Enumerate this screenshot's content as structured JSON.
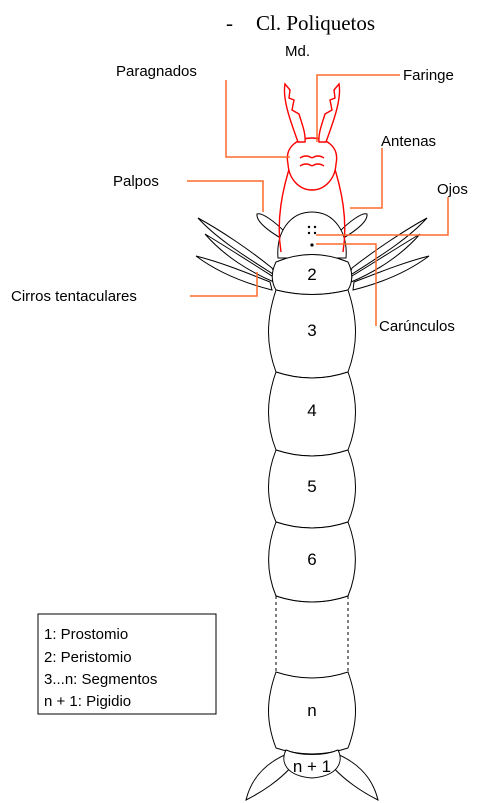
{
  "title": "Cl. Poliquetos",
  "title_bullet": "-",
  "labels": {
    "md": "Md.",
    "paragnados": "Paragnados",
    "faringe": "Faringe",
    "antenas": "Antenas",
    "palpos": "Palpos",
    "ojos": "Ojos",
    "cirros": "Cirros tentaculares",
    "caruncula": "Carúnculos"
  },
  "segments": [
    "2",
    "3",
    "4",
    "5",
    "6",
    "n",
    "n + 1"
  ],
  "legend": [
    "1: Prostomio",
    "2: Peristomio",
    "3...n: Segmentos",
    "n + 1: Pigidio"
  ],
  "colors": {
    "pharynx_outline": "#ff0000",
    "leader_lines": "#ff6a2a",
    "body_outline": "#000000"
  }
}
